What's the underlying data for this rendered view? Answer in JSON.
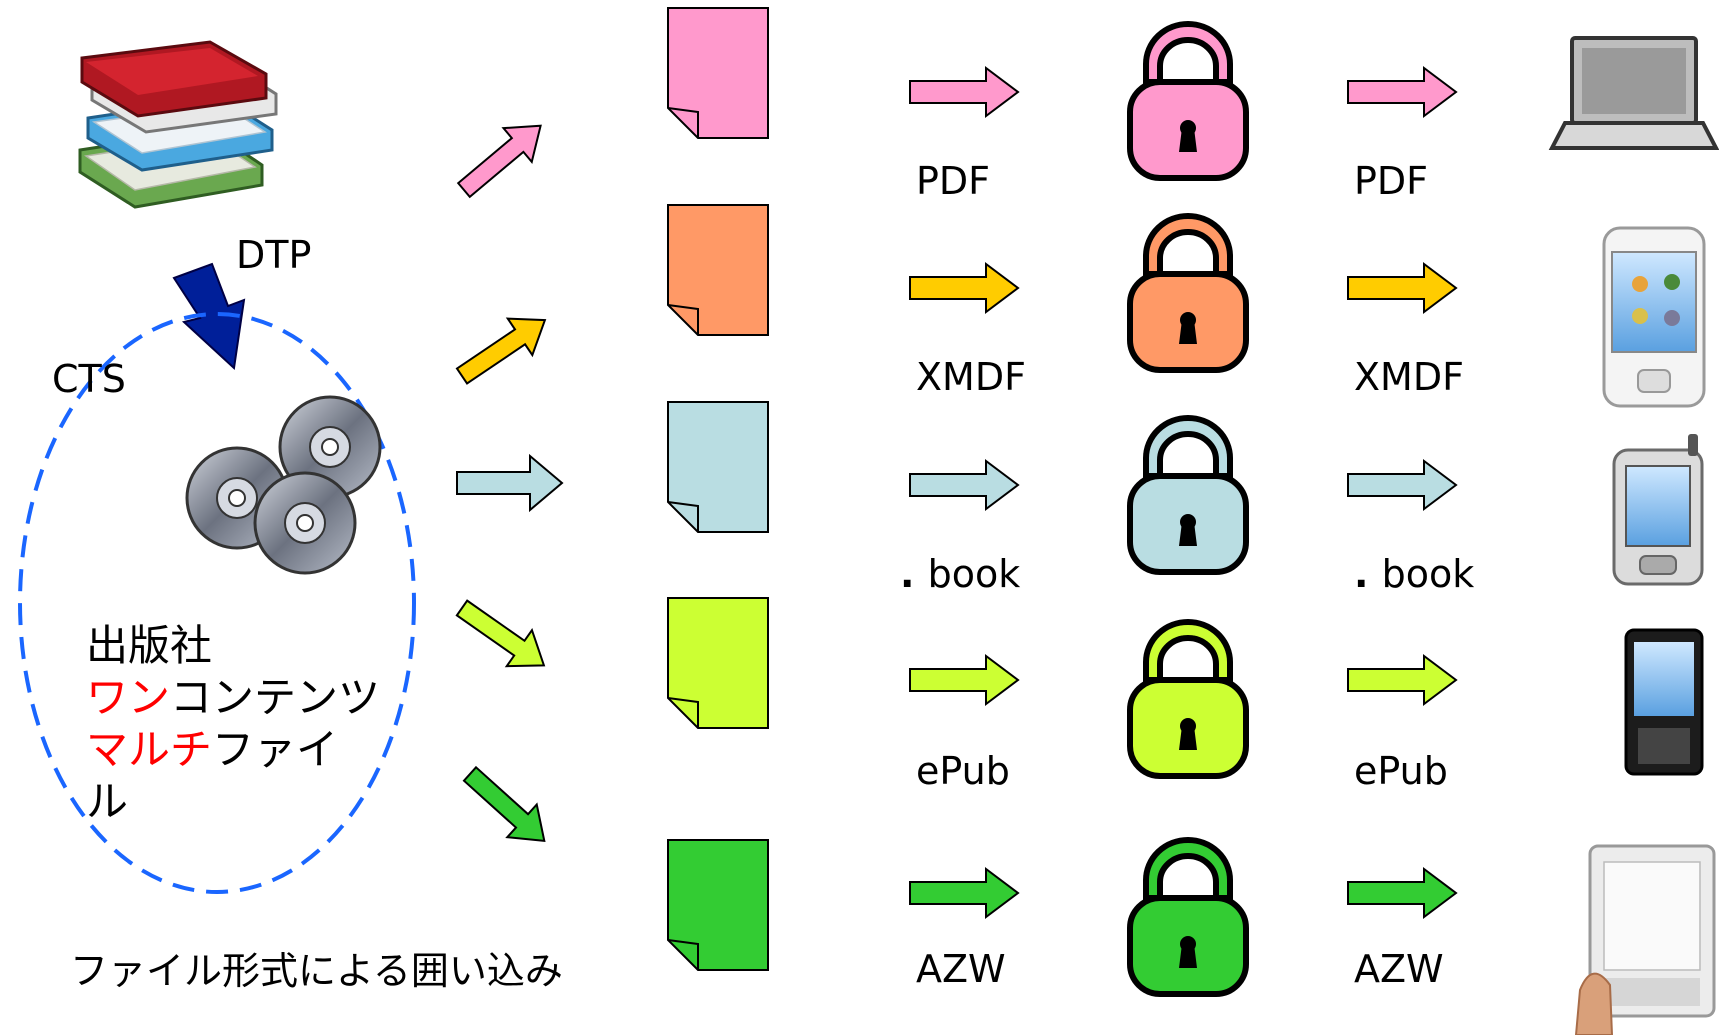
{
  "labels": {
    "dtp": "DTP",
    "cts": "CTS",
    "publisher": "出版社",
    "one_content_red": "ワン",
    "one_content_black": "コンテンツ",
    "multi_file_red": "マルチ",
    "multi_file_black": "ファイ",
    "multi_file_wrap": "ル",
    "caption": "ファイル形式による囲い込み"
  },
  "rows": [
    {
      "format": "PDF",
      "format_prefix": "",
      "color": "#ff99cc",
      "arrow_color": "#ff99cc",
      "device": "laptop-icon"
    },
    {
      "format": "XMDF",
      "format_prefix": "",
      "color": "#ff9966",
      "arrow_color": "#ffcc00",
      "device": "smartphone-icon"
    },
    {
      "format": "book",
      "format_prefix": ".",
      "color": "#b9dde2",
      "arrow_color": "#b9dde2",
      "device": "pda-icon"
    },
    {
      "format": "ePub",
      "format_prefix": "",
      "color": "#ccff33",
      "arrow_color": "#ccff33",
      "device": "feature-phone-icon"
    },
    {
      "format": "AZW",
      "format_prefix": "",
      "color": "#33cc33",
      "arrow_color": "#33cc33",
      "device": "ebook-reader-icon"
    }
  ],
  "colors": {
    "dtp_arrow": "#001f99",
    "dashed_ellipse": "#1a66ff",
    "emphasis": "#ff0000"
  }
}
